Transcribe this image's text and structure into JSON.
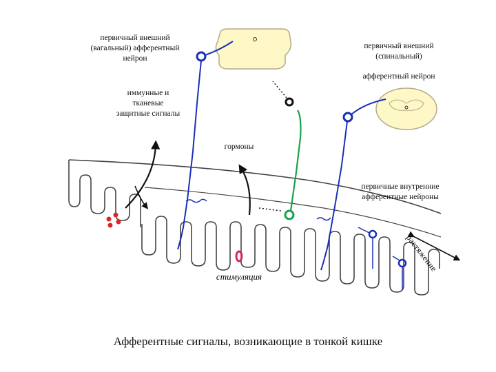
{
  "labels": {
    "vagal_neuron": "первичный внешний\n(вагальный) афферентный\nнейрон",
    "spinal_neuron": "первичный внешний\n(спинальный)",
    "afferent_neuron": "афферентный нейрон",
    "immune_signals": "иммунные и\nтканевые\nзащитные сигналы",
    "hormones": "гормоны",
    "internal_neurons": "первичные внутренние\nафферентные нейроны",
    "stimulation": "стимуляция",
    "stretching": "растяжение"
  },
  "caption": "Афферентные сигналы, возникающие в тонкой кишке",
  "colors": {
    "spinal_cord_fill": "#fdf8c6",
    "vagal_neuron": "#1a2fb8",
    "spinal_neuron": "#1a2fb8",
    "enteric_neuron": "#16a34a",
    "cells_red": "#dc2626",
    "stimulus_magenta": "#d6246e"
  }
}
